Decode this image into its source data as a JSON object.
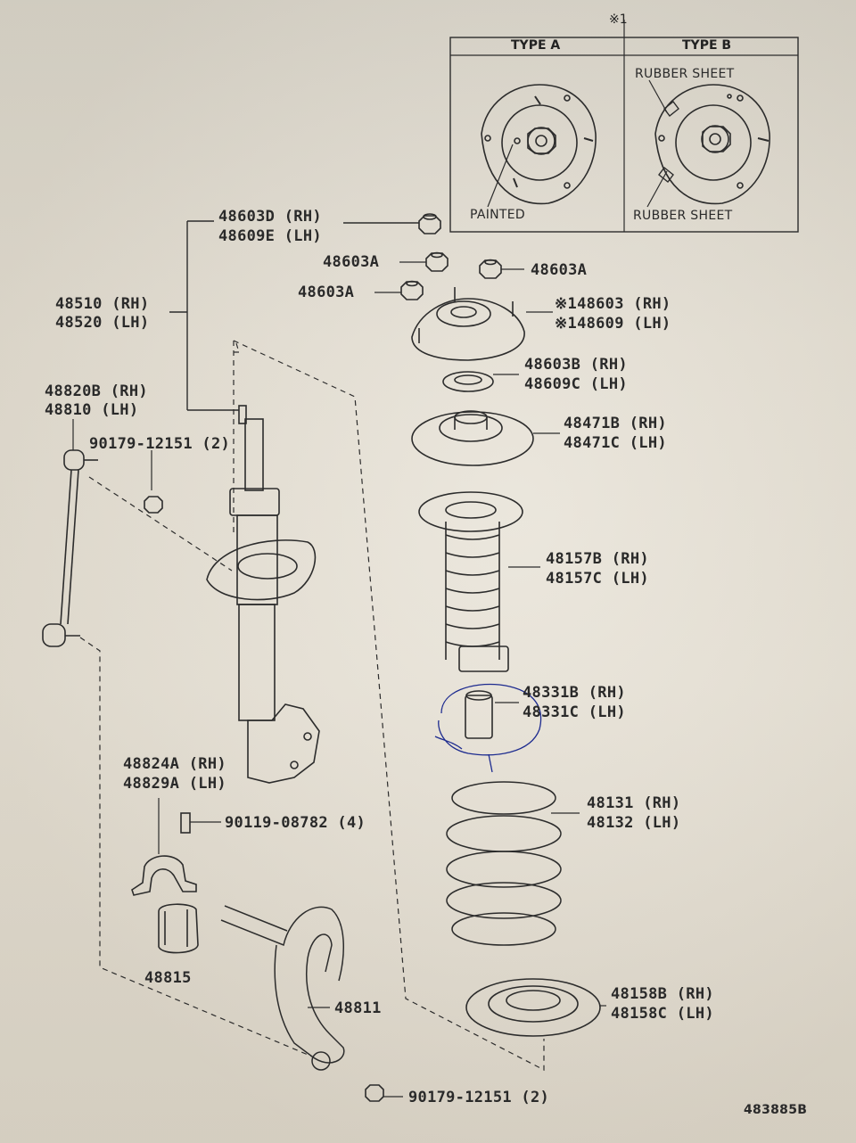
{
  "inset": {
    "marker": "※1",
    "type_a": {
      "title": "TYPE A",
      "note": "PAINTED"
    },
    "type_b": {
      "title": "TYPE B",
      "note_top": "RUBBER SHEET",
      "note_bottom": "RUBBER SHEET"
    }
  },
  "parts": {
    "nut_top_rh": "48603D (RH)",
    "nut_top_lh": "48609E (LH)",
    "nut_a1": "48603A",
    "nut_a2": "48603A",
    "nut_a3": "48603A",
    "strut_rh": "48510 (RH)",
    "strut_lh": "48520 (LH)",
    "mount_rh": "※148603 (RH)",
    "mount_lh": "※148609 (LH)",
    "bearing_rh": "48603B (RH)",
    "bearing_lh": "48609C (LH)",
    "seat_upper_rh": "48471B (RH)",
    "seat_upper_lh": "48471C (LH)",
    "link_rh": "48820B (RH)",
    "link_lh": "48810 (LH)",
    "link_nut": "90179-12151 (2)",
    "boot_rh": "48157B (RH)",
    "boot_lh": "48157C (LH)",
    "bumper_rh": "48331B (RH)",
    "bumper_lh": "48331C (LH)",
    "bracket_rh": "48824A (RH)",
    "bracket_lh": "48829A (LH)",
    "bolt": "90119-08782 (4)",
    "spring_rh": "48131 (RH)",
    "spring_lh": "48132 (LH)",
    "bushing": "48815",
    "stabilizer": "48811",
    "insulator_rh": "48158B (RH)",
    "insulator_lh": "48158C (LH)",
    "bar_nut": "90179-12151 (2)"
  },
  "figure_code": "483885B"
}
